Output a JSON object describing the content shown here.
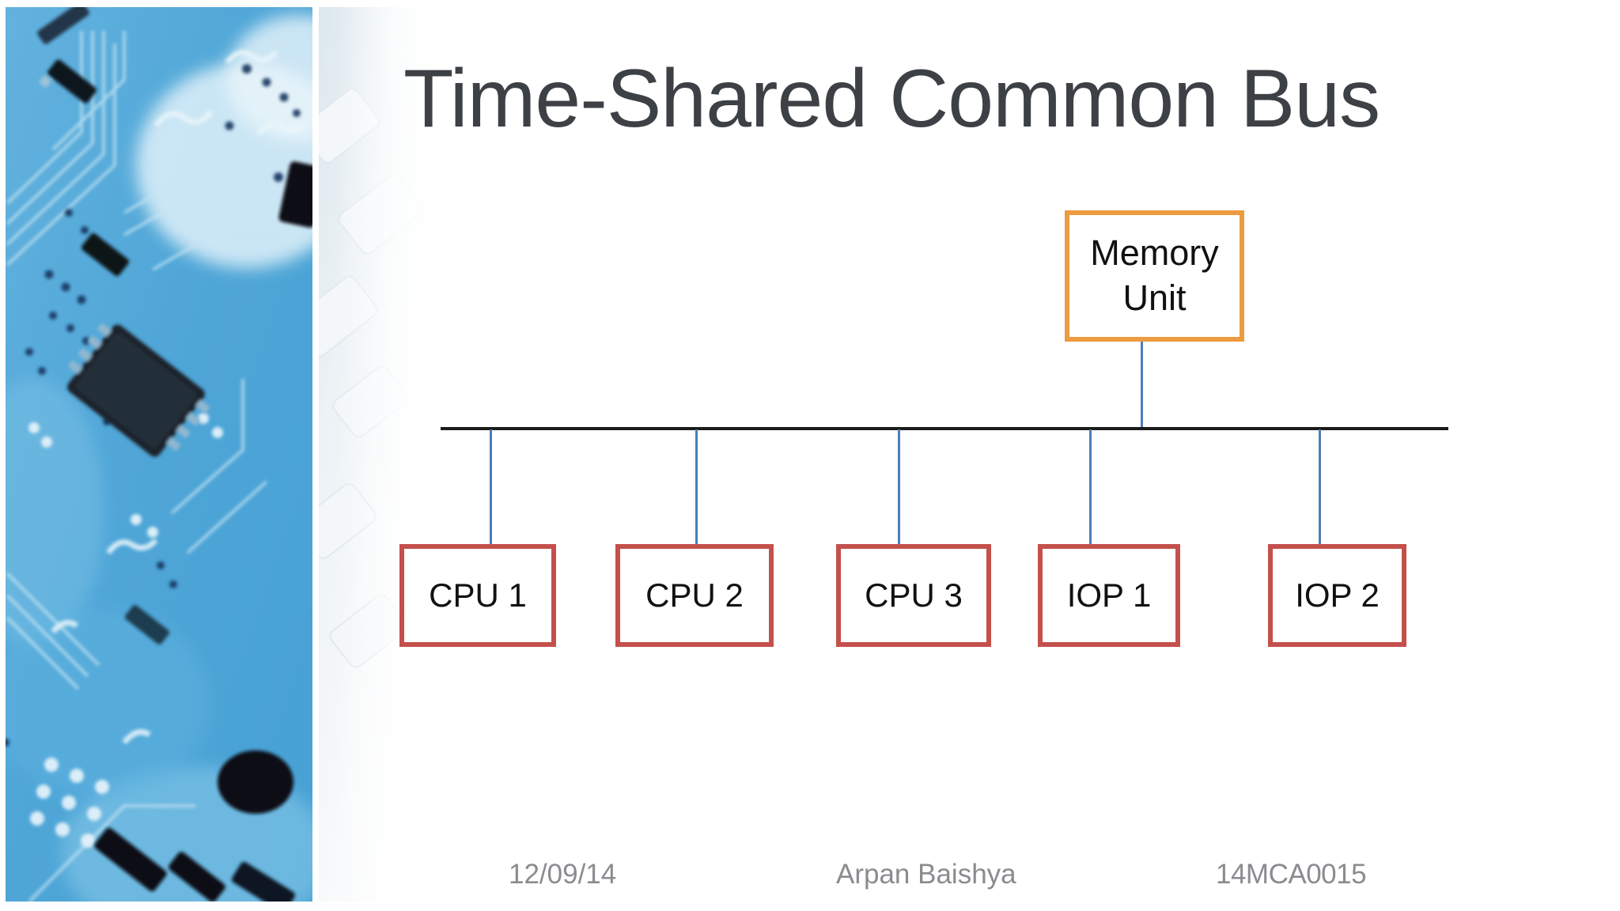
{
  "slide": {
    "title": "Time-Shared Common Bus",
    "diagram": {
      "memory_box": {
        "line1": "Memory",
        "line2": "Unit"
      },
      "units": [
        {
          "label": "CPU 1"
        },
        {
          "label": "CPU 2"
        },
        {
          "label": "CPU 3"
        },
        {
          "label": "IOP 1"
        },
        {
          "label": "IOP 2"
        }
      ]
    },
    "footer": {
      "date": "12/09/14",
      "author": "Arpan Baishya",
      "slide_id": "14MCA0015"
    }
  },
  "colors": {
    "memory-border": "#ED9B40",
    "unit-border": "#C4504C",
    "connector": "#4A7EBB",
    "bus": "#1B1B1B",
    "title-text": "#3D4145",
    "footer-text": "#8B8B90"
  }
}
